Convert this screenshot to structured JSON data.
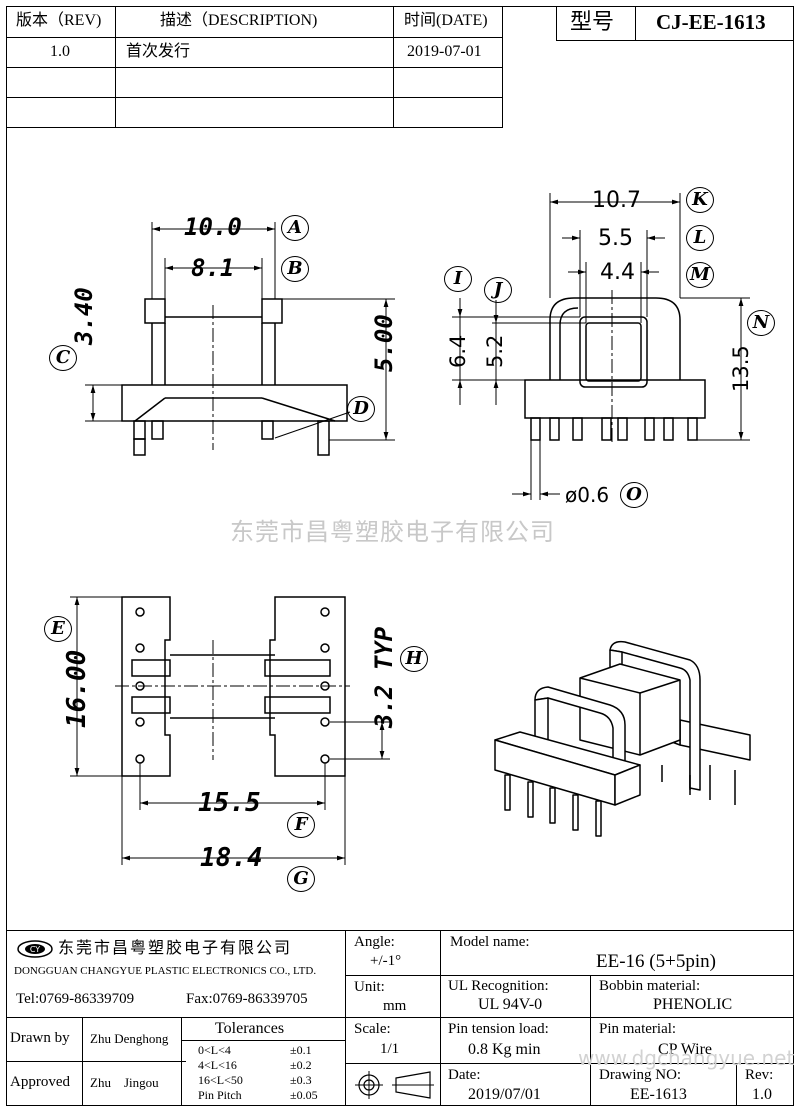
{
  "model": {
    "label": "型号",
    "value": "CJ-EE-1613"
  },
  "revision_table": {
    "headers": {
      "rev": "版本（REV)",
      "desc": "描述（DESCRIPTION)",
      "date": "时间(DATE)"
    },
    "rows": [
      {
        "rev": "1.0",
        "desc": "首次发行",
        "date": "2019-07-01"
      }
    ]
  },
  "dimensions": {
    "front": {
      "a": "10.0",
      "b": "8.1",
      "c": "3.40",
      "total_h": "5.00"
    },
    "side": {
      "k": "10.7",
      "l": "5.5",
      "m": "4.4",
      "h1": "6.4",
      "h2": "5.2",
      "n": "13.5",
      "o": "ø0.6"
    },
    "bottom": {
      "e": "16.00",
      "h": "3.2 TYP",
      "f": "15.5",
      "g": "18.4"
    }
  },
  "callouts": [
    "A",
    "B",
    "C",
    "D",
    "E",
    "F",
    "G",
    "H",
    "I",
    "J",
    "K",
    "L",
    "M",
    "N",
    "O"
  ],
  "watermark": "东莞市昌粤塑胶电子有限公司",
  "title_block": {
    "company_cn": "东莞市昌粤塑胶电子有限公司",
    "company_en": "DONGGUAN CHANGYUE PLASTIC ELECTRONICS CO., LTD.",
    "tel": "Tel:0769-86339709",
    "fax": "Fax:0769-86339705",
    "angle_label": "Angle:",
    "angle_value": "+/-1°",
    "unit_label": "Unit:",
    "unit_value": "mm",
    "scale_label": "Scale:",
    "scale_value": "1/1",
    "model_name_label": "Model name:",
    "model_name_value": "EE-16 (5+5pin)",
    "ul_label": "UL Recognition:",
    "ul_value": "UL 94V-0",
    "bobbin_label": "Bobbin material:",
    "bobbin_value": "PHENOLIC",
    "pin_tension_label": "Pin tension load:",
    "pin_tension_value": "0.8 Kg min",
    "pin_material_label": "Pin material:",
    "pin_material_value": "CP Wire",
    "date_label": "Date:",
    "date_value": "2019/07/01",
    "drawing_no_label": "Drawing NO:",
    "drawing_no_value": "EE-1613",
    "rev_label": "Rev:",
    "rev_value": "1.0",
    "drawn_by_label": "Drawn by",
    "drawn_by_value": "Zhu Denghong",
    "approved_label": "Approved",
    "approved_value": "Zhu    Jingou",
    "tolerances_title": "Tolerances",
    "tolerances": [
      {
        "range": "0<L<4",
        "tol": "±0.1"
      },
      {
        "range": "4<L<16",
        "tol": "±0.2"
      },
      {
        "range": "16<L<50",
        "tol": "±0.3"
      },
      {
        "range": "Pin Pitch",
        "tol": "±0.05"
      }
    ],
    "website_watermark": "www.dgchangyue.net"
  }
}
